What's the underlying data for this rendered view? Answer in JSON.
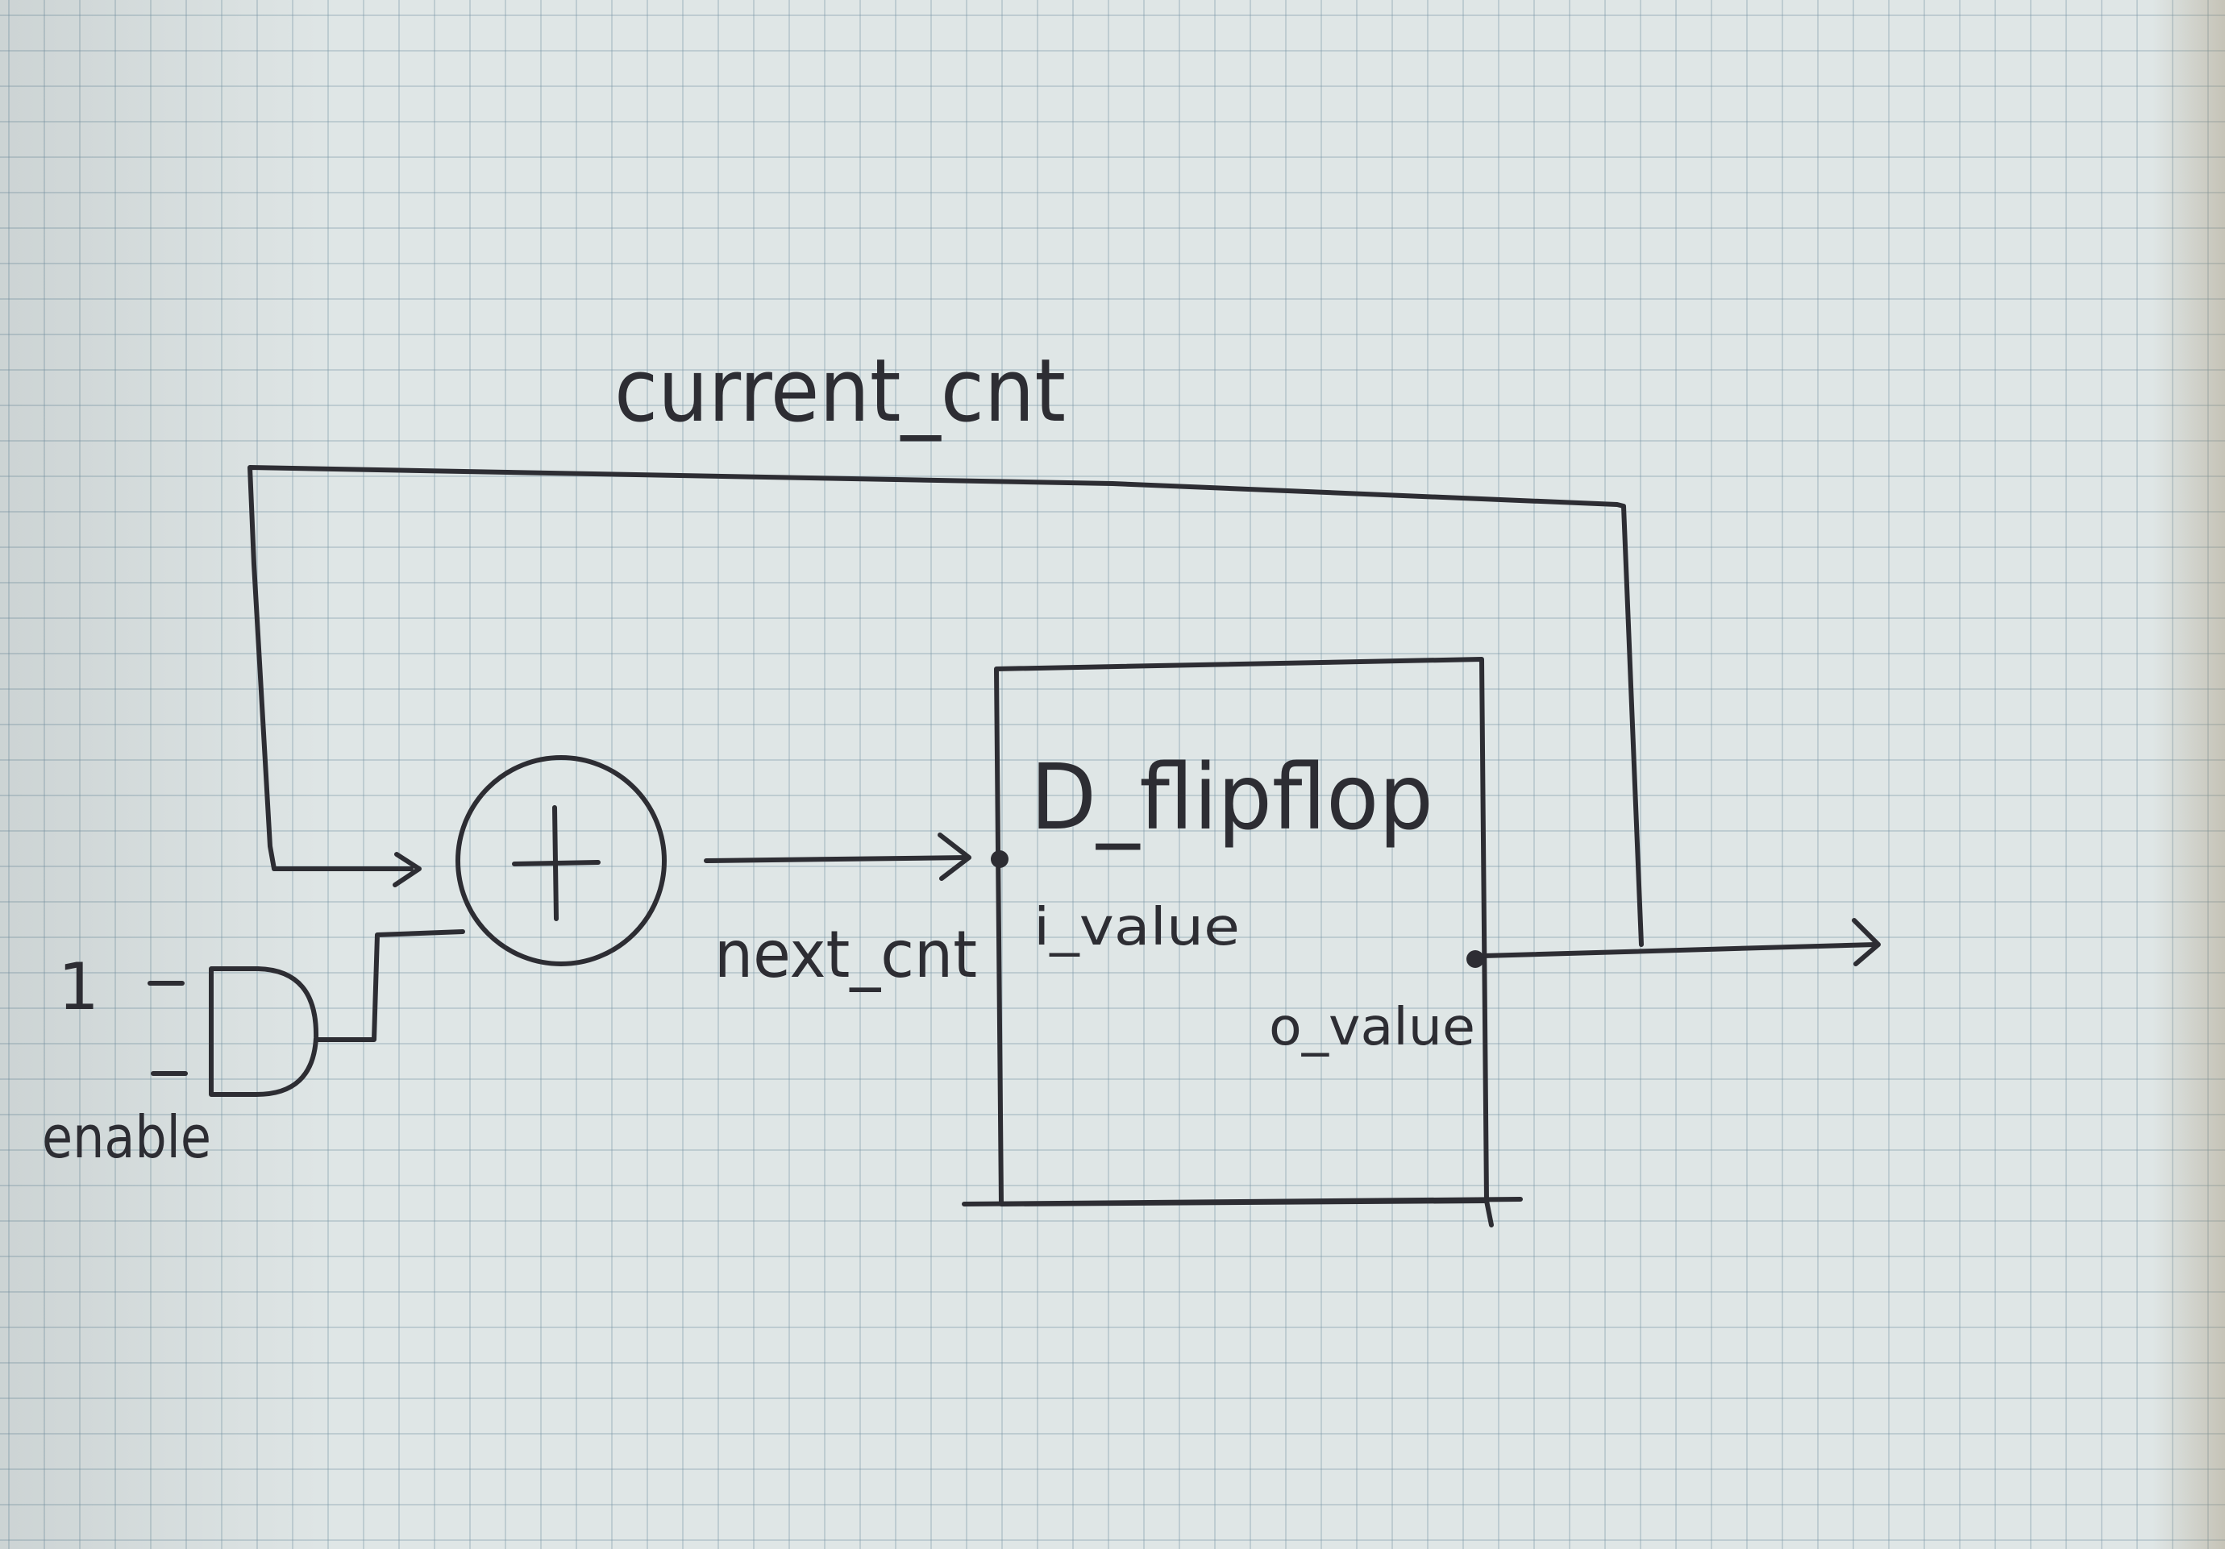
{
  "diagram": {
    "labels": {
      "current_cnt": "current_cnt",
      "block_title": "D_flipflop",
      "input_port": "i_value",
      "output_port": "o_value",
      "next_cnt": "next_cnt",
      "constant_one": "1",
      "enable": "enable",
      "adder_symbol": "+"
    },
    "ink_color": "#2d2d33",
    "paper_color": "#dfe6e6",
    "grid_color": "#7896a5"
  }
}
